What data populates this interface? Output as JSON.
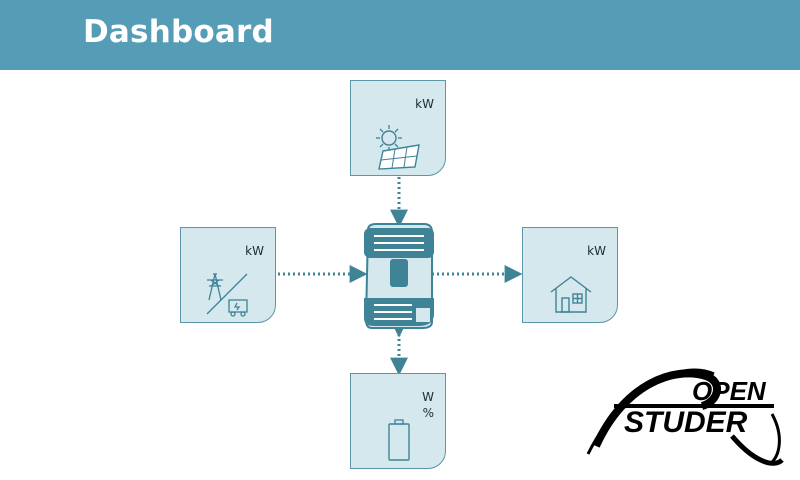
{
  "header": {
    "title": "Dashboard"
  },
  "solar": {
    "unit": "kW",
    "icon": "solar-panel-icon"
  },
  "grid": {
    "unit": "kW",
    "icon": "grid-generator-icon"
  },
  "house": {
    "unit": "kW",
    "icon": "house-icon"
  },
  "battery": {
    "unit_power": "W",
    "unit_soc": "%",
    "icon": "battery-icon"
  },
  "inverter": {
    "icon": "inverter-icon"
  },
  "logo": {
    "text_top": "OPEN",
    "text_bottom": "STUDER"
  },
  "colors": {
    "header_bg": "#559db7",
    "tile_bg": "#d4e8ed",
    "tile_border": "#5b97a9",
    "flow": "#3f8397",
    "inverter": "#3f8397"
  }
}
